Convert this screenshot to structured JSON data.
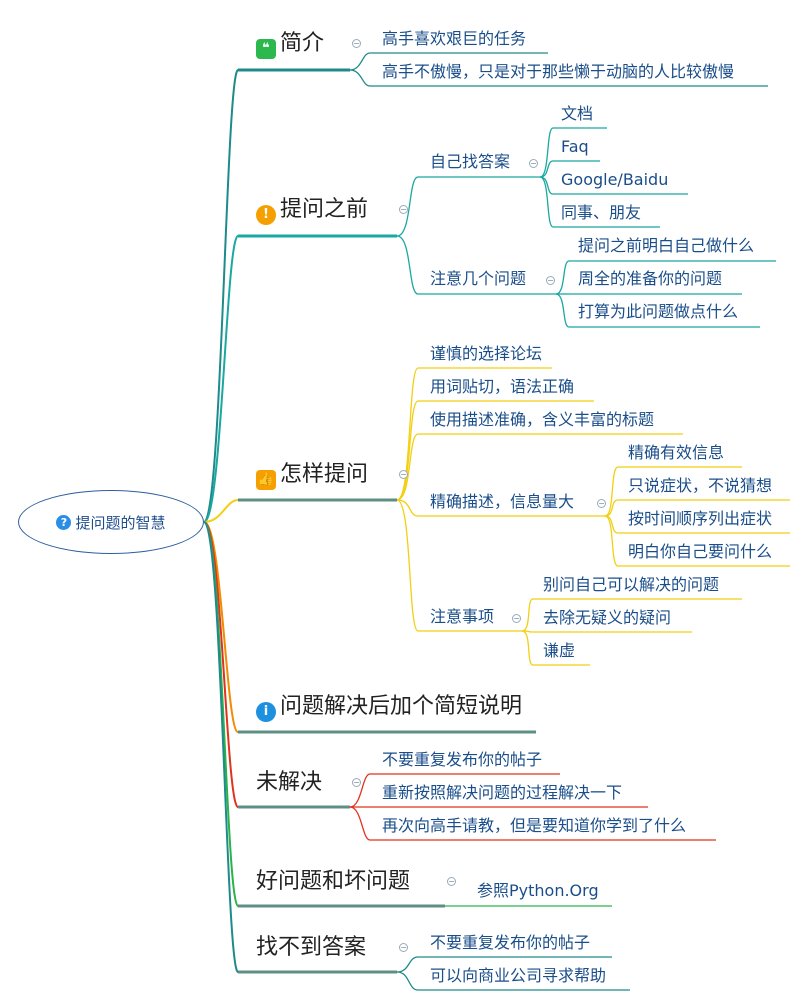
{
  "root": {
    "label": "提问题的智慧",
    "icon": "question-icon",
    "color": "#2a8ee6"
  },
  "branches": {
    "intro": {
      "label": "简介",
      "icon": "quote-icon",
      "icon_color": "#2db84d",
      "line_color": "#1f8a8a",
      "items": [
        "高手喜欢艰巨的任务",
        "高手不傲慢，只是对于那些懒于动脑的人比较傲慢"
      ]
    },
    "before": {
      "label": "提问之前",
      "icon": "exclamation-icon",
      "icon_color": "#f5a000",
      "line_color": "#1aa8a0",
      "self_find": {
        "label": "自己找答案",
        "items": [
          "文档",
          "Faq",
          "Google/Baidu",
          "同事、朋友"
        ]
      },
      "notes": {
        "label": "注意几个问题",
        "items": [
          "提问之前明白自己做什么",
          "周全的准备你的问题",
          "打算为此问题做点什么"
        ]
      }
    },
    "howto": {
      "label": "怎样提问",
      "icon": "thumbs-up-icon",
      "icon_color": "#f5a000",
      "line_color": "#f2cf10",
      "items": [
        "谨慎的选择论坛",
        "用词贴切，语法正确",
        "使用描述准确，含义丰富的标题"
      ],
      "precise": {
        "label": "精确描述，信息量大",
        "items": [
          "精确有效信息",
          "只说症状，不说猜想",
          "按时间顺序列出症状",
          "明白你自己要问什么"
        ]
      },
      "attention": {
        "label": "注意事项",
        "items": [
          "别问自己可以解决的问题",
          "去除无疑义的疑问",
          "谦虚"
        ]
      }
    },
    "solved": {
      "label": "问题解决后加个简短说明",
      "icon": "info-icon",
      "icon_color": "#1e90e0",
      "line_color": "#f08c00"
    },
    "unsolved": {
      "label": "未解决",
      "line_color": "#e0321e",
      "items": [
        "不要重复发布你的帖子",
        "重新按照解决问题的过程解决一下",
        "再次向高手请教，但是要知道你学到了什么"
      ]
    },
    "goodbad": {
      "label": "好问题和坏问题",
      "line_color": "#2bb34a",
      "items": [
        "参照Python.Org"
      ]
    },
    "noanswer": {
      "label": "找不到答案",
      "line_color": "#1f8a8a",
      "items": [
        "不要重复发布你的帖子",
        "可以向商业公司寻求帮助"
      ]
    }
  }
}
